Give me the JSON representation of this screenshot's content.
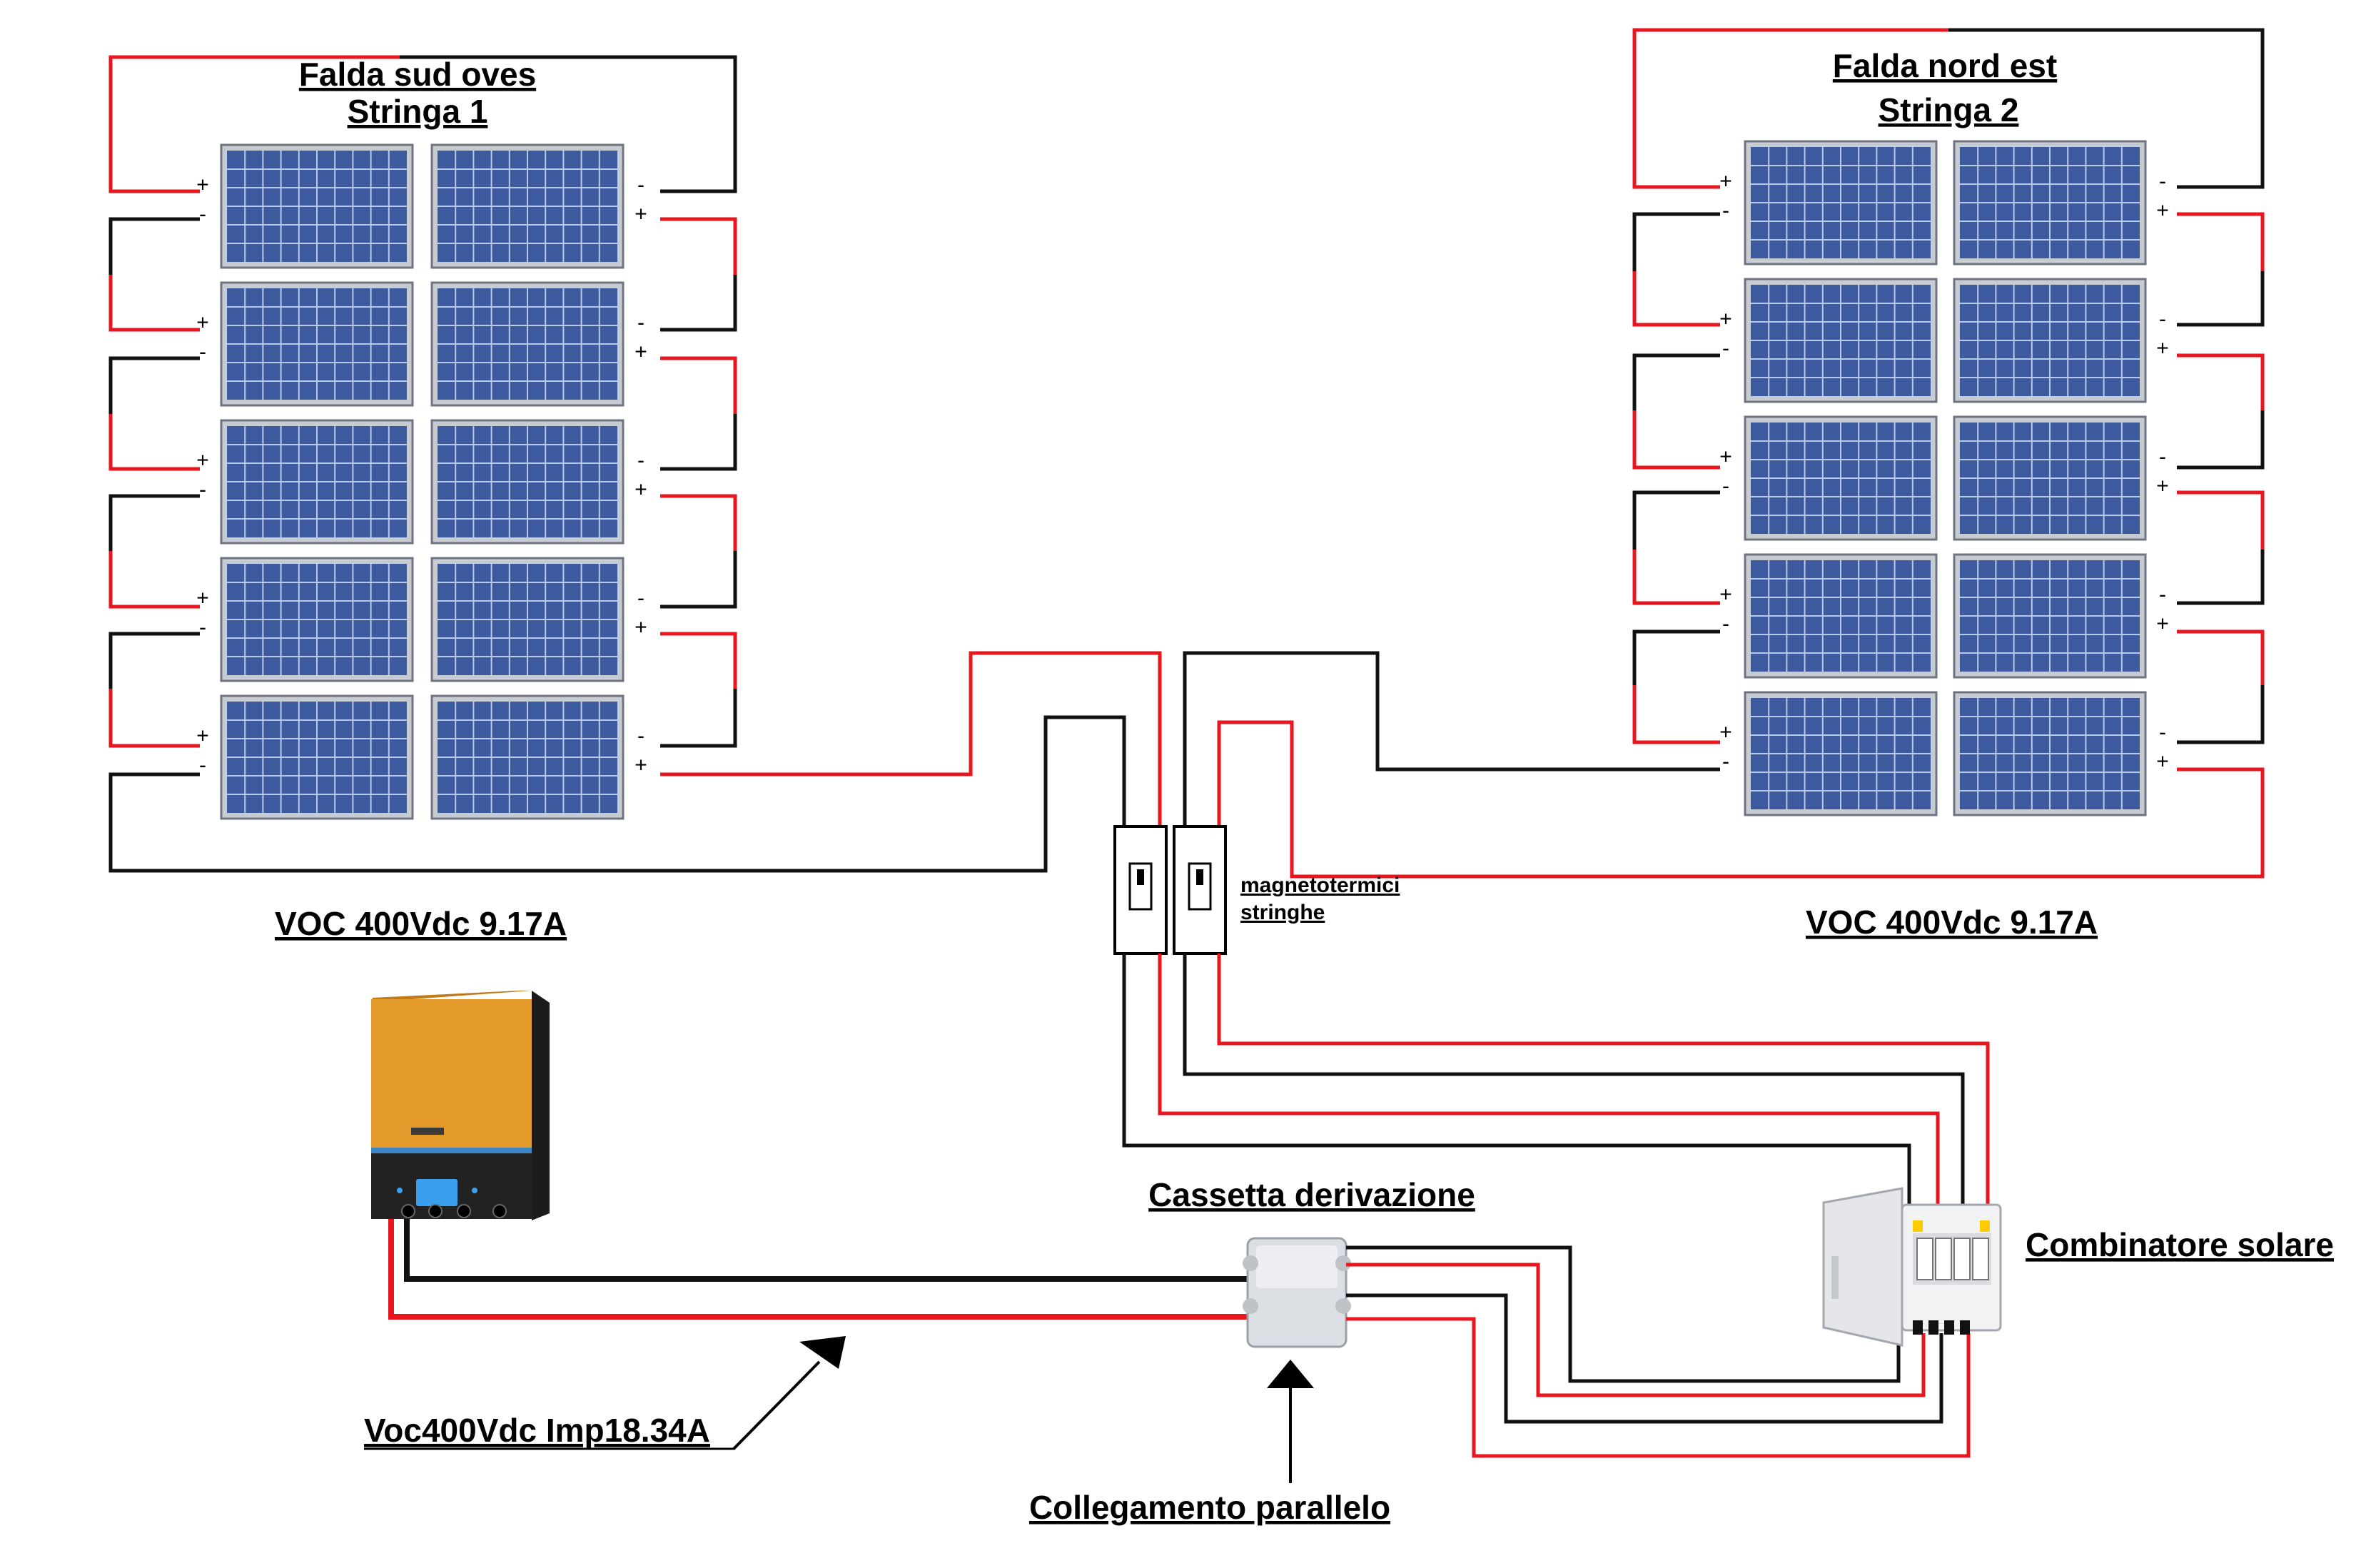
{
  "string1": {
    "title_line1": "Falda sud oves",
    "title_line2": "Stringa 1",
    "voc_label": "VOC 400Vdc 9.17A"
  },
  "string2": {
    "title_line1": "Falda nord est",
    "title_line2": "Stringa 2",
    "voc_label": "VOC 400Vdc 9.17A"
  },
  "breakers": {
    "label_line1": "magnetotermici",
    "label_line2": "stringhe"
  },
  "junction_box": {
    "label": "Cassetta derivazione"
  },
  "combiner": {
    "label": "Combinatore solare"
  },
  "parallel_label": "Collegamento parallelo",
  "inverter_line_label": "Voc400Vdc Imp18.34A",
  "polarity": {
    "plus": "+",
    "minus": "-"
  },
  "panels_per_string": 10,
  "colors": {
    "positive_wire": "#e8161f",
    "negative_wire": "#111111",
    "panel_cells": "#3e5a9e",
    "inverter_body": "#e39a2a"
  }
}
